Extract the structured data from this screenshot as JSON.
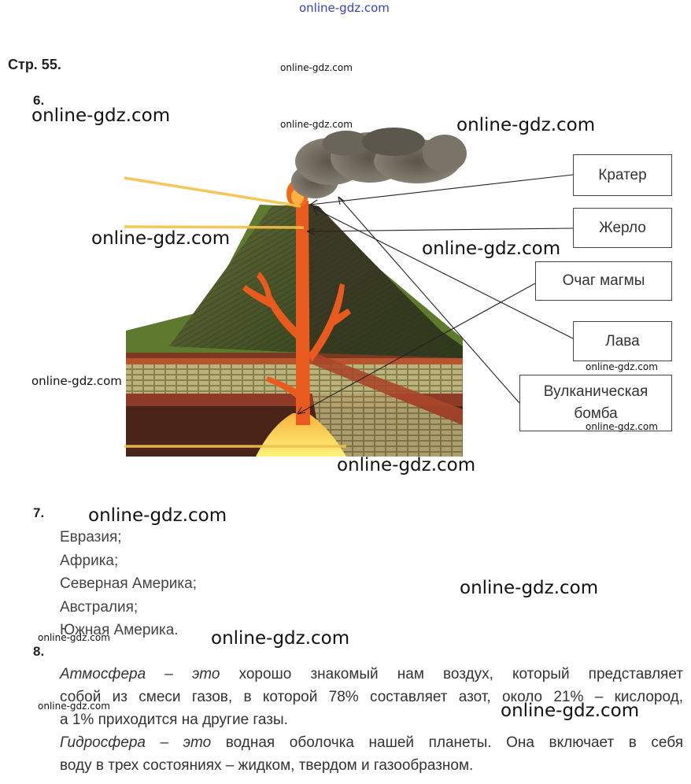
{
  "watermark": "online-gdz.com",
  "page_ref": "Стр. 55.",
  "q6": {
    "number": "6.",
    "labels": {
      "crater": "Кратер",
      "vent": "Жерло",
      "magma": "Очаг магмы",
      "lava": "Лава",
      "bomb_1": "Вулканическая",
      "bomb_2": "бомба"
    }
  },
  "q7": {
    "number": "7.",
    "items": [
      "Евразия;",
      "Африка;",
      "Северная Америка;",
      "Австралия;",
      "Южная Америка."
    ]
  },
  "q8": {
    "number": "8.",
    "atm_term": "Атмосфера – это",
    "atm_l1": " хорошо знакомый нам воздух, который представляет",
    "atm_l2": "собой из смеси газов, в которой 78% составляет азот, около 21% – кислород,",
    "atm_l3": "а 1% приходится на другие газы.",
    "hyd_term": "Гидросфера – это",
    "hyd_l1": " водная оболочка нашей планеты. Она включает в себя",
    "hyd_l2": "воду в трех состояниях – жидком, твердом и газообразном."
  }
}
